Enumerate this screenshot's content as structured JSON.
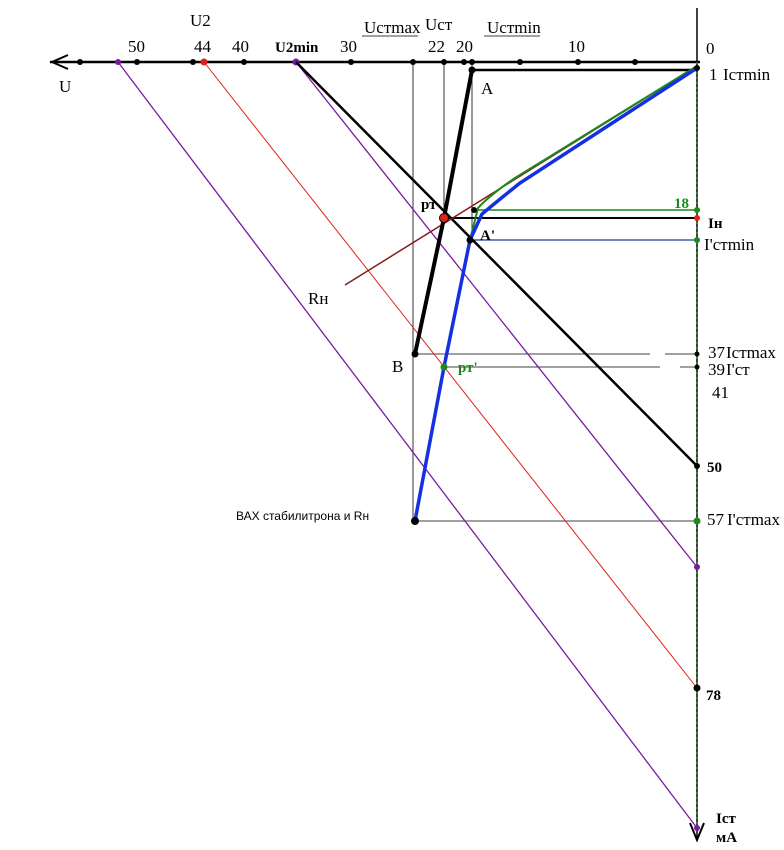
{
  "axis": {
    "u_label": "U",
    "i_label": "Iст",
    "i_unit": "мА",
    "origin": "0"
  },
  "top_ticks": [
    "50",
    "44",
    "40",
    "30",
    "22",
    "20",
    "10"
  ],
  "top_labels": {
    "u2": "U2",
    "u2min": "U2min",
    "ustmax": "Uстmax",
    "ust": "Uст",
    "ustmin": "Uстmin"
  },
  "right_ticks": {
    "t1": "1",
    "t18": "18",
    "t37": "37",
    "t39": "39",
    "t41": "41",
    "t50": "50",
    "t57": "57",
    "t78": "78"
  },
  "right_labels": {
    "istmin": "Iстmin",
    "in": "Iн",
    "istmin_prime": "I'стmin",
    "istmax": "Iстmax",
    "ist_prime": "I'ст",
    "istmax_prime": "I'стmax"
  },
  "points": {
    "a": "A",
    "a_prime": "A'",
    "b": "B",
    "rt": "рт",
    "rt_prime": "рт'",
    "rn": "Rн"
  },
  "caption": "ВАХ стабилитрона и Rн",
  "colors": {
    "black": "#000000",
    "blue": "#1530e0",
    "green": "#1a8a1a",
    "purple": "#7a1aa0",
    "red": "#e0201a",
    "darkred": "#8a1a1a",
    "navy": "#1a3a8a"
  }
}
